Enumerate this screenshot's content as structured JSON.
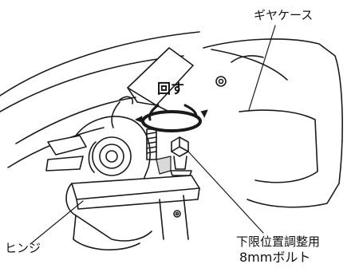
{
  "labels": {
    "gear_case": "ギヤケース",
    "hinge": "ヒンジ",
    "bolt_line1": "下限位置調整用",
    "bolt_line2": "8mmボルト",
    "turn": "回す"
  },
  "colors": {
    "line": "#1a1a1a",
    "shade": "#d9d9d9",
    "background": "#ffffff"
  }
}
